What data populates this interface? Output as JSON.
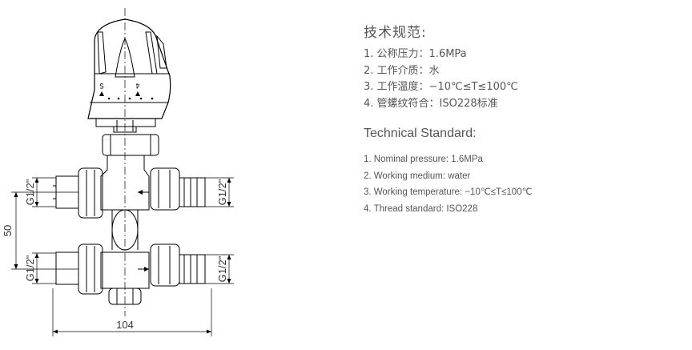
{
  "spec_cn": {
    "title": "技术规范:",
    "items": [
      "1. 公称压力：1.6MPa",
      "2. 工作介质：水",
      "3. 工作温度：−10℃≤T≤100℃",
      "4. 管螺纹符合：ISO228标准"
    ]
  },
  "spec_en": {
    "title": "Technical Standard:",
    "items": [
      "1. Nominal pressure: 1.6MPa",
      "2. Working medium: water",
      "3. Working temperature: −10℃≤T≤100℃",
      "4. Thread standard: ISO228"
    ]
  },
  "drawing": {
    "dim_width": "104",
    "dim_height": "50",
    "thread_top_left": "G1/2\"",
    "thread_top_right": "G1/2\"",
    "thread_bottom_left": "G1/2\"",
    "thread_bottom_right": "G1/2\"",
    "scale_mark_5": "5",
    "scale_mark_4": "4"
  }
}
